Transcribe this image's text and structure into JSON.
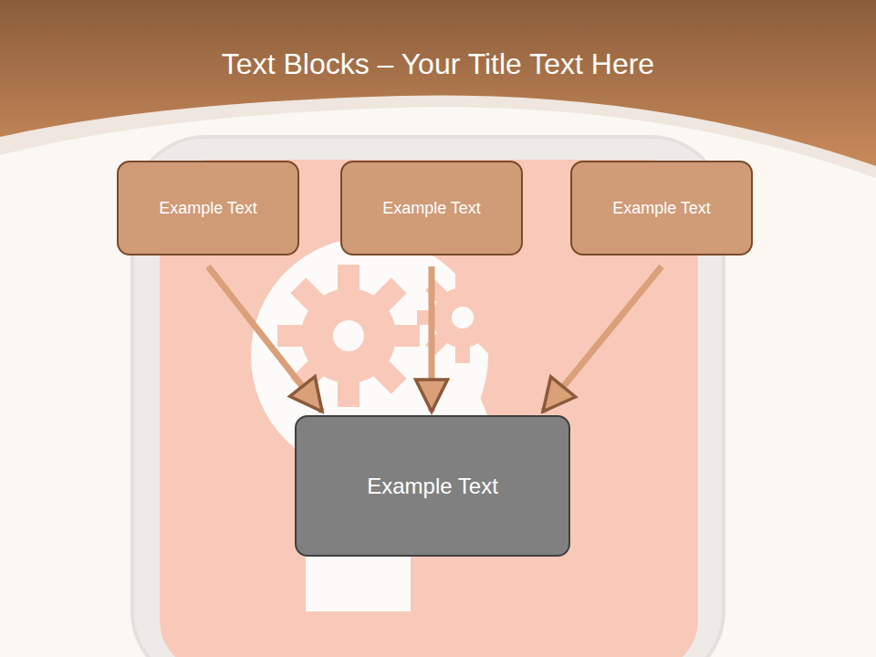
{
  "diagram": {
    "title": "Text Blocks – Your Title Text Here",
    "nodes": [
      {
        "text": [
          "Example Text"
        ]
      },
      {
        "text": [
          "Example Text"
        ]
      },
      {
        "text": [
          "Example Text"
        ]
      },
      {
        "text": [
          "Example Text"
        ]
      }
    ],
    "edges": [
      {
        "from": 0,
        "to": 3,
        "arrow": "to"
      },
      {
        "from": 1,
        "to": 3,
        "arrow": "to"
      },
      {
        "from": 2,
        "to": 3,
        "arrow": "to"
      }
    ]
  }
}
